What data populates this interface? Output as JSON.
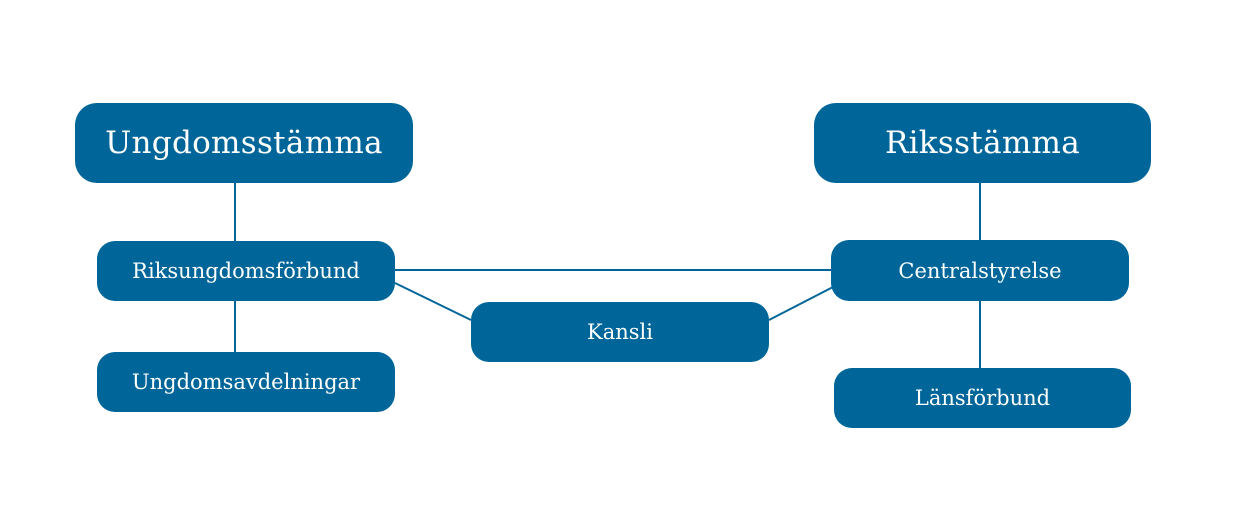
{
  "diagram": {
    "accent_color": "#006699",
    "line_color": "#006699",
    "text_color": "#ffffff",
    "nodes": {
      "ungdomsstamma": "Ungdomsstämma",
      "riksstamma": "Riksstämma",
      "riksungdomsforbund": "Riksungdomsförbund",
      "centralstyrelse": "Centralstyrelse",
      "kansli": "Kansli",
      "ungdomsavdelningar": "Ungdomsavdelningar",
      "lansforbund": "Länsförbund"
    },
    "edges": [
      [
        "Ungdomsstämma",
        "Riksungdomsförbund"
      ],
      [
        "Riksungdomsförbund",
        "Ungdomsavdelningar"
      ],
      [
        "Riksungdomsförbund",
        "Centralstyrelse"
      ],
      [
        "Riksungdomsförbund",
        "Kansli"
      ],
      [
        "Centralstyrelse",
        "Kansli"
      ],
      [
        "Riksstämma",
        "Centralstyrelse"
      ],
      [
        "Centralstyrelse",
        "Länsförbund"
      ]
    ]
  }
}
